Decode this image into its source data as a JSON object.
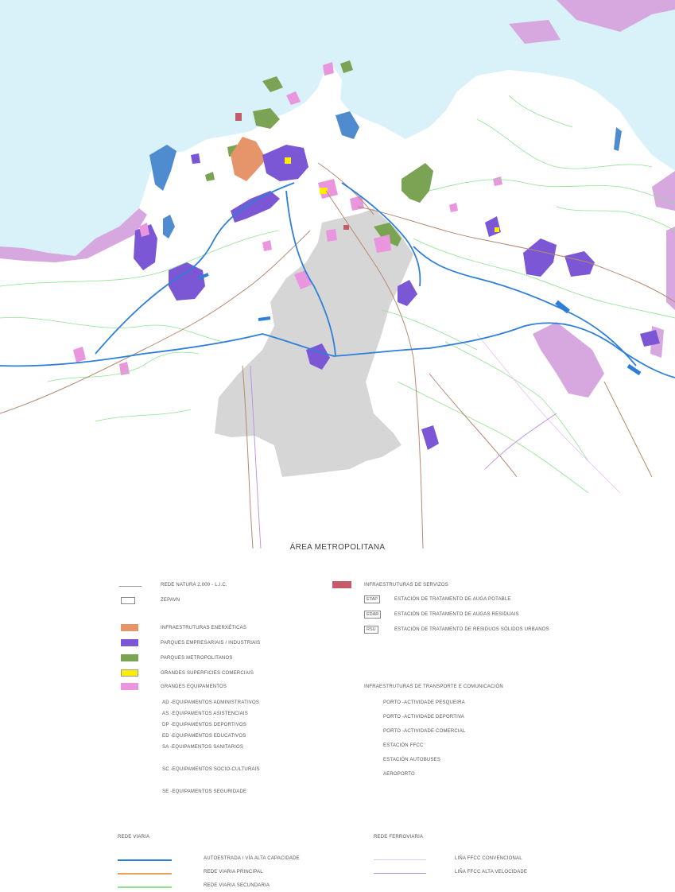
{
  "map": {
    "title": "ÁREA METROPOLITANA",
    "colors": {
      "sea": "#d9f1f9",
      "land": "#ffffff",
      "zone_grey": "#d6d6d6",
      "lic": "#d7a7df",
      "energy": "#e6946a",
      "industrial": "#7b57d6",
      "parks": "#7aa353",
      "commercial": "#ffee00",
      "equipment": "#e996df",
      "services": "#c55a6a",
      "motorway": "#2e7fd8",
      "main_road": "#e7a25a",
      "secondary_road": "#8fe38f",
      "rail_conv": "#e6c6f0",
      "rail_hsl": "#b78fe0"
    }
  },
  "legend": {
    "left": {
      "lic": "REDE NATURA 2.000 - L.I.C.",
      "zepavn": "ZEPAVN",
      "energy": "INFRAESTRUTURAS ENERXÉTICAS",
      "industrial": "PARQUES EMPRESARIAIS / INDUSTRIAIS",
      "parks": "PARQUES METROPOLITANOS",
      "commercial": "GRANDES SUPERFICIES COMERCIAIS",
      "equipment": "GRANDES EQUIPAMENTOS",
      "eq_items": [
        "AD -EQUIPAMENTOS ADMINISTRATIVOS",
        "AS -EQUIPAMENTOS ASISTENCIAIS",
        "DP -EQUIPAMENTOS DEPORTIVOS",
        "ED -EQUIPAMENTOS EDUCATIVOS",
        "SA -EQUIPAMENTOS SANITARIOS",
        "SC -EQUIPAMENTOS SOCIO-CULTURAIS",
        "SE -EQUIPAMENTOS SEGURIDADE"
      ]
    },
    "right": {
      "services": "INFRAESTRUTURAS DE SERVIZOS",
      "etap_abbr": "ETAP",
      "etap": "ESTACIÓN DE TRATAMENTO DE AUGA POTABLE",
      "edar_abbr": "EDAR",
      "edar": "ESTACIÓN DE TRATAMENTO DE AUGAS RESIDUAIS",
      "rsu_abbr": "RSU",
      "rsu": "ESTACIÓN DE TRATAMENTO DE RESIDUOS SÓLIDOS URBANOS",
      "transport_title": "INFRAESTRUTURAS DE TRANSPORTE E COMUNICACIÓN",
      "transport_items": [
        "PORTO -ACTIVIDADE PESQUEIRA",
        "PORTO -ACTIVIDADE DEPORTIVA",
        "PORTO -ACTIVIDADE COMERCIAL",
        "ESTACIÓN FFCC",
        "ESTACIÓN AUTOBUSES",
        "AEROPORTO"
      ]
    },
    "roads": {
      "title": "REDE VIARIA",
      "motorway": "AUTOESTRADA / VÍA ALTA CAPACIDADE",
      "main": "REDE VIARIA PRINCIPAL",
      "secondary": "REDE VIARIA SECUNDARIA"
    },
    "rail": {
      "title": "REDE FERROVIARIA",
      "conventional": "LIÑA FFCC CONVENCIONAL",
      "high_speed": "LIÑA FFCC ALTA VELOCIDADE"
    }
  }
}
